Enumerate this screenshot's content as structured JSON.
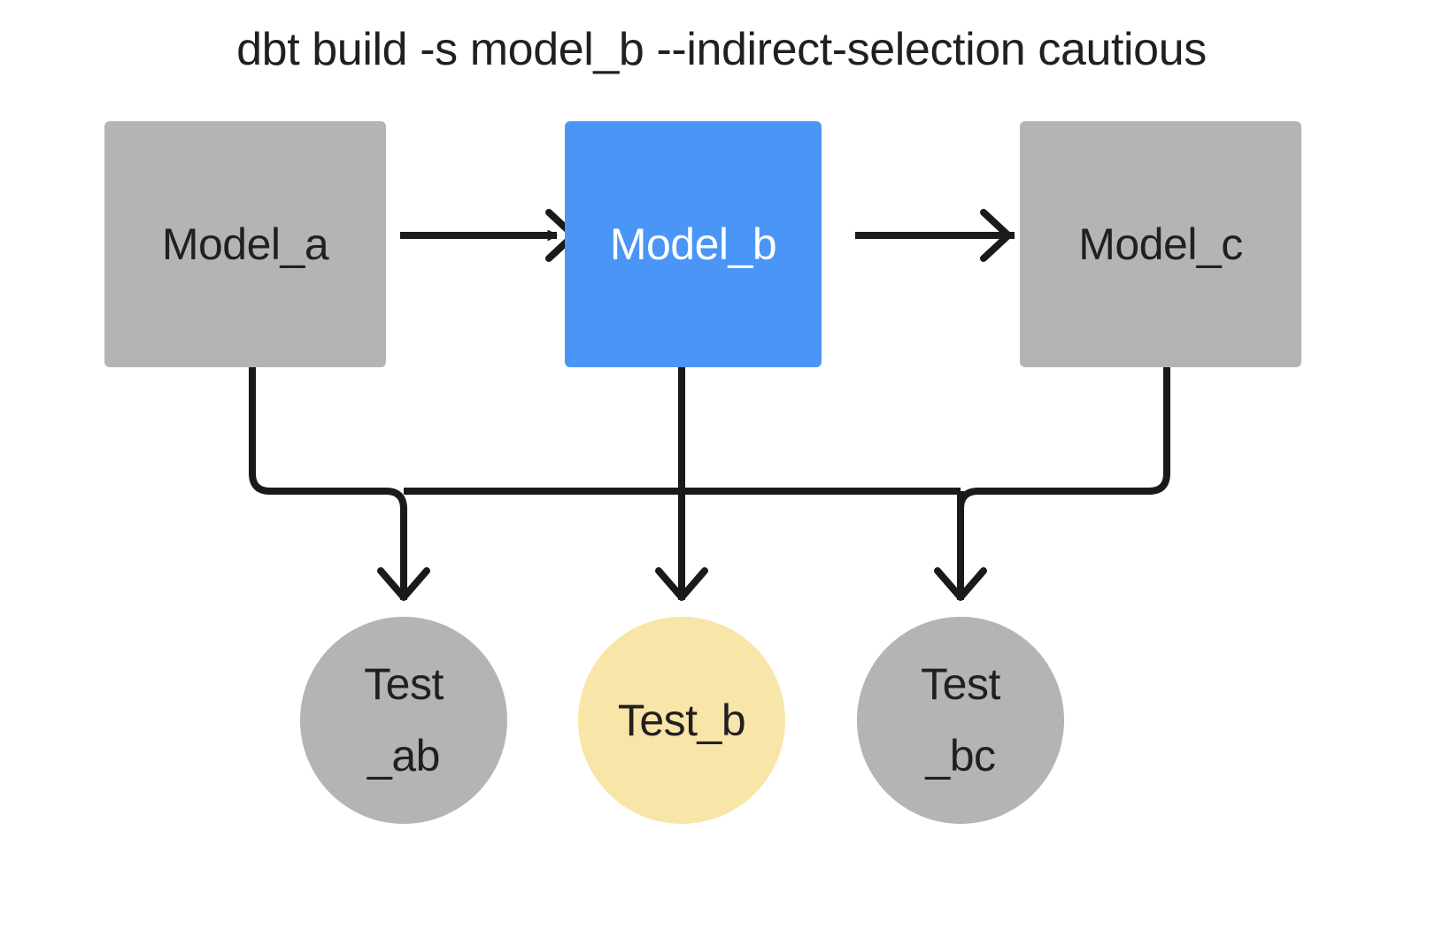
{
  "diagram": {
    "title": "dbt build -s model_b --indirect-selection cautious",
    "background": "#ffffff",
    "edge_color": "#1a1a1a",
    "colors": {
      "unselected_gray": "#b4b4b4",
      "selected_blue": "#4a95f5",
      "test_yellow": "#f8e5a8",
      "text_dark": "#231f20",
      "text_light": "#ffffff"
    },
    "models": [
      {
        "id": "model-a",
        "label": "Model_a",
        "shape": "rectangle",
        "fill": "#b4b4b4",
        "text_color": "#231f20",
        "state": "not-selected"
      },
      {
        "id": "model-b",
        "label": "Model_b",
        "shape": "rectangle",
        "fill": "#4a95f5",
        "text_color": "#ffffff",
        "state": "selected"
      },
      {
        "id": "model-c",
        "label": "Model_c",
        "shape": "rectangle",
        "fill": "#b4b4b4",
        "text_color": "#231f20",
        "state": "not-selected"
      }
    ],
    "tests": [
      {
        "id": "test-ab",
        "label": "Test\n_ab",
        "shape": "circle",
        "fill": "#b4b4b4",
        "text_color": "#231f20",
        "state": "not-selected"
      },
      {
        "id": "test-b",
        "label": "Test_b",
        "shape": "circle",
        "fill": "#f8e5a8",
        "text_color": "#231f20",
        "state": "indirectly-selected"
      },
      {
        "id": "test-bc",
        "label": "Test\n_bc",
        "shape": "circle",
        "fill": "#b4b4b4",
        "text_color": "#231f20",
        "state": "not-selected"
      }
    ],
    "edges": [
      {
        "from": "model-a",
        "to": "model-b",
        "arrow": true
      },
      {
        "from": "model-b",
        "to": "model-c",
        "arrow": true
      },
      {
        "from": "model-a",
        "to": "test-ab",
        "arrow": true
      },
      {
        "from": "model-b",
        "to": "test-ab",
        "arrow": true
      },
      {
        "from": "model-b",
        "to": "test-b",
        "arrow": true
      },
      {
        "from": "model-b",
        "to": "test-bc",
        "arrow": true
      },
      {
        "from": "model-c",
        "to": "test-bc",
        "arrow": true
      }
    ]
  }
}
